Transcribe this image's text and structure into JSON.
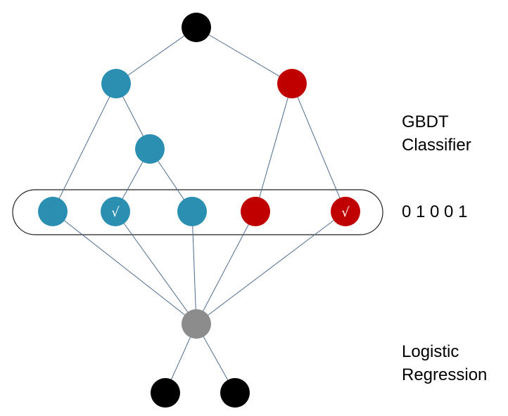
{
  "labels": {
    "gbdt_line1": "GBDT",
    "gbdt_line2": "Classifier",
    "leaf_encoding": "0 1 0 0 1",
    "lr_line1": "Logistic",
    "lr_line2": "Regression"
  },
  "leaf_marks": {
    "checked_symbol": "√"
  },
  "colors": {
    "root": "#000000",
    "tree1_blue": "#2a8fb0",
    "tree2_red": "#c00000",
    "lr_gray": "#8c8c8c",
    "output_black": "#000000",
    "edge": "#4f6c8f",
    "leaf_box_stroke": "#1f1f1f"
  }
}
